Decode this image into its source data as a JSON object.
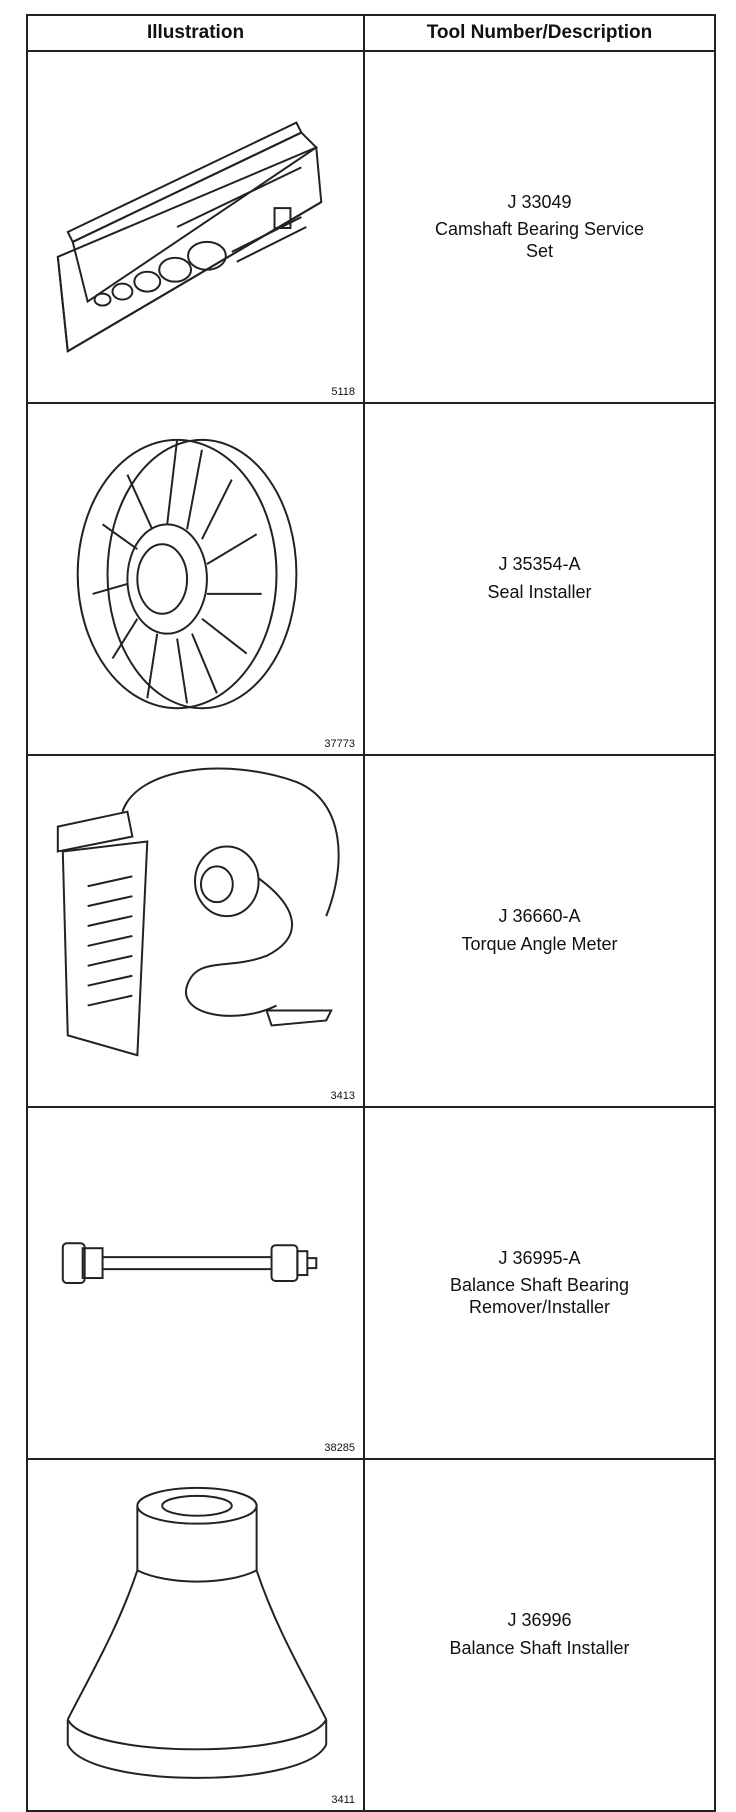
{
  "table": {
    "headers": [
      "Illustration",
      "Tool Number/Description"
    ],
    "rows": [
      {
        "figure": "5118",
        "icon": "camshaft-bearing-service-set-icon",
        "tool_number": "J 33049",
        "description": "Camshaft Bearing Service Set"
      },
      {
        "figure": "37773",
        "icon": "seal-installer-icon",
        "tool_number": "J 35354-A",
        "description": "Seal Installer"
      },
      {
        "figure": "3413",
        "icon": "torque-angle-meter-icon",
        "tool_number": "J 36660-A",
        "description": "Torque Angle Meter"
      },
      {
        "figure": "38285",
        "icon": "bearing-remover-installer-icon",
        "tool_number": "J 36995-A",
        "description": "Balance Shaft Bearing Remover/Installer"
      },
      {
        "figure": "3411",
        "icon": "balance-shaft-installer-icon",
        "tool_number": "J 36996",
        "description": "Balance Shaft Installer"
      }
    ]
  }
}
